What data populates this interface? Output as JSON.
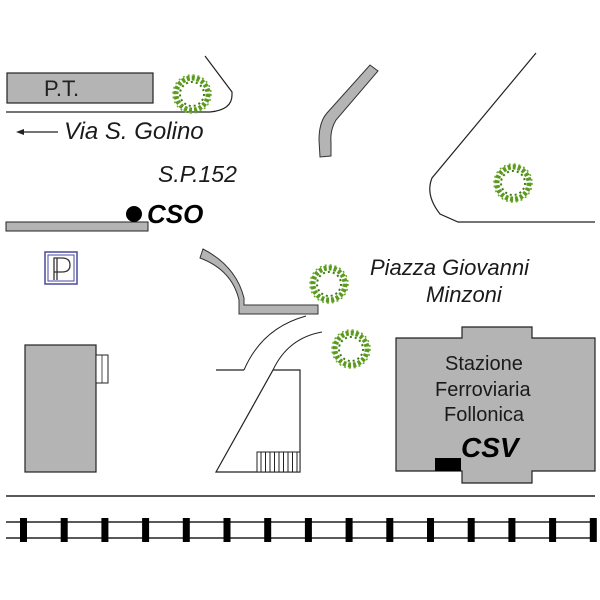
{
  "map": {
    "title": "Stazione Ferroviaria Follonica",
    "labels": {
      "post_office": "P.T.",
      "via_s_golino": "Via S. Golino",
      "sp152": "S.P.152",
      "cso": "CSO",
      "piazza_line1": "Piazza Giovanni",
      "piazza_line2": "Minzoni",
      "station_line1": "Stazione",
      "station_line2": "Ferroviaria",
      "station_line3": "Follonica",
      "csv": "CSV",
      "parking": "P"
    },
    "icons": {
      "arrow": "arrow-left-icon",
      "parking": "parking-icon",
      "tree": "tree-icon",
      "marker": "location-dot-icon"
    },
    "colors": {
      "building_gray": "#b4b4b4",
      "tree_green": "#5a9a1e",
      "outline": "#222222",
      "parking_blue": "#4a4aa0"
    }
  }
}
